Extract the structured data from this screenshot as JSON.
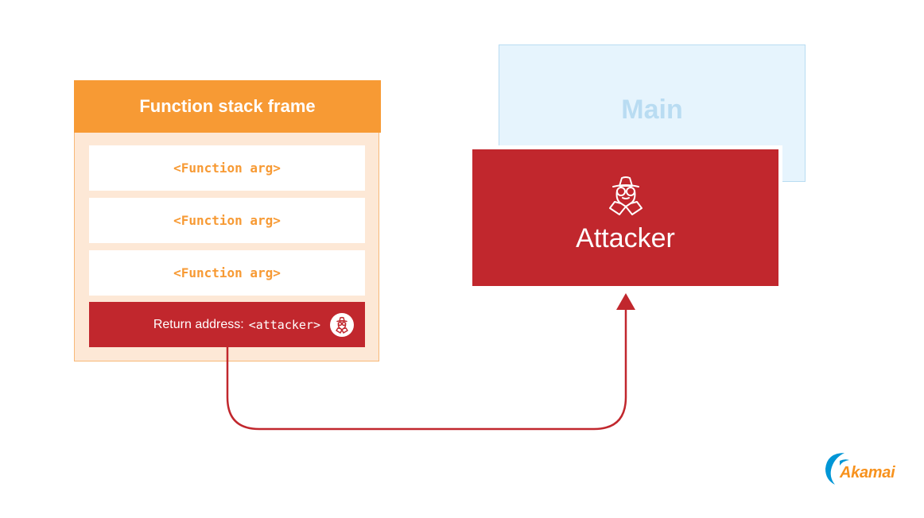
{
  "frame": {
    "title": "Function stack frame",
    "slots": [
      "<Function arg>",
      "<Function arg>",
      "<Function arg>"
    ],
    "return_slot": {
      "label": "Return address:",
      "value": "<attacker>",
      "icon": "spy-icon"
    }
  },
  "main": {
    "label": "Main"
  },
  "attacker": {
    "label": "Attacker",
    "icon": "spy-icon"
  },
  "logo": {
    "text": "Akamai"
  },
  "colors": {
    "frame_header": "#f79a34",
    "frame_body": "#fde8d6",
    "slot_text": "#f79a34",
    "attacker_red": "#c1272d",
    "main_bg": "#e6f4fd",
    "main_text": "#b9dcf2",
    "logo_orange": "#f7921e",
    "logo_blue": "#0096d6"
  }
}
